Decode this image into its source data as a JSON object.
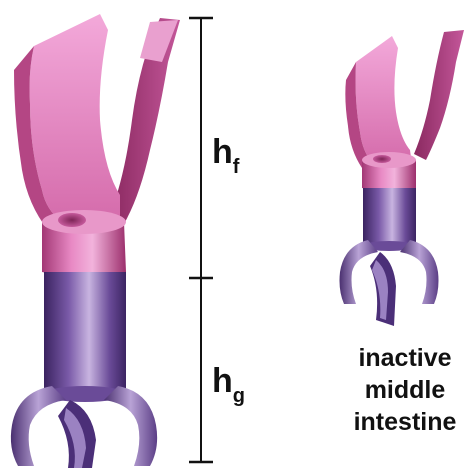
{
  "labels": {
    "hf_main": "h",
    "hf_sub": "f",
    "hg_main": "h",
    "hg_sub": "g",
    "caption_line1": "inactive",
    "caption_line2": "middle",
    "caption_line3": "intestine"
  },
  "colors": {
    "pink_light": "#f0a6d6",
    "pink_mid": "#d86aae",
    "pink_dark": "#9c2f6c",
    "purple_light": "#b9a0d6",
    "purple_mid": "#6e4d9c",
    "purple_dark": "#3c2462",
    "ink": "#111111"
  }
}
